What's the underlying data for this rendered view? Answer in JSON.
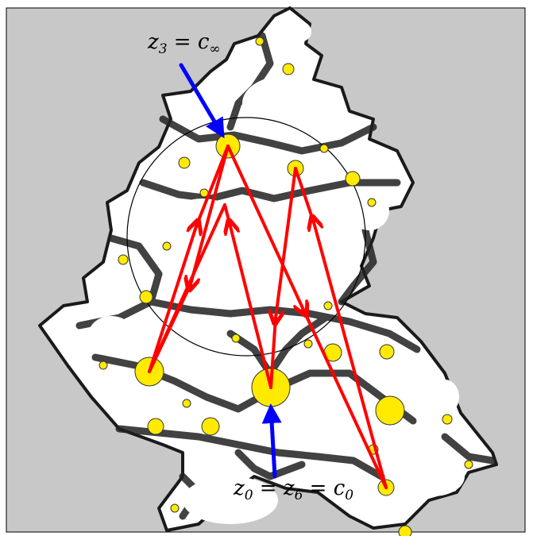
{
  "labels": {
    "top": {
      "z": "z",
      "z_sub": "3",
      "eq": " = ",
      "c": "c",
      "c_sub": "∞"
    },
    "bottom": {
      "z0": "z",
      "z0_sub": "0",
      "eq1": " = ",
      "z6": "z",
      "z6_sub": "6",
      "eq2": " = ",
      "c": "c",
      "c_sub": "0"
    }
  },
  "colors": {
    "background": "#c8c8c8",
    "fractal_fill": "#ffffff",
    "fractal_edge": "#000000",
    "bulb": "#ffea00",
    "orbit_arrows": "#ff0000",
    "pointer_arrows": "#0000ff",
    "circle": "#000000"
  }
}
